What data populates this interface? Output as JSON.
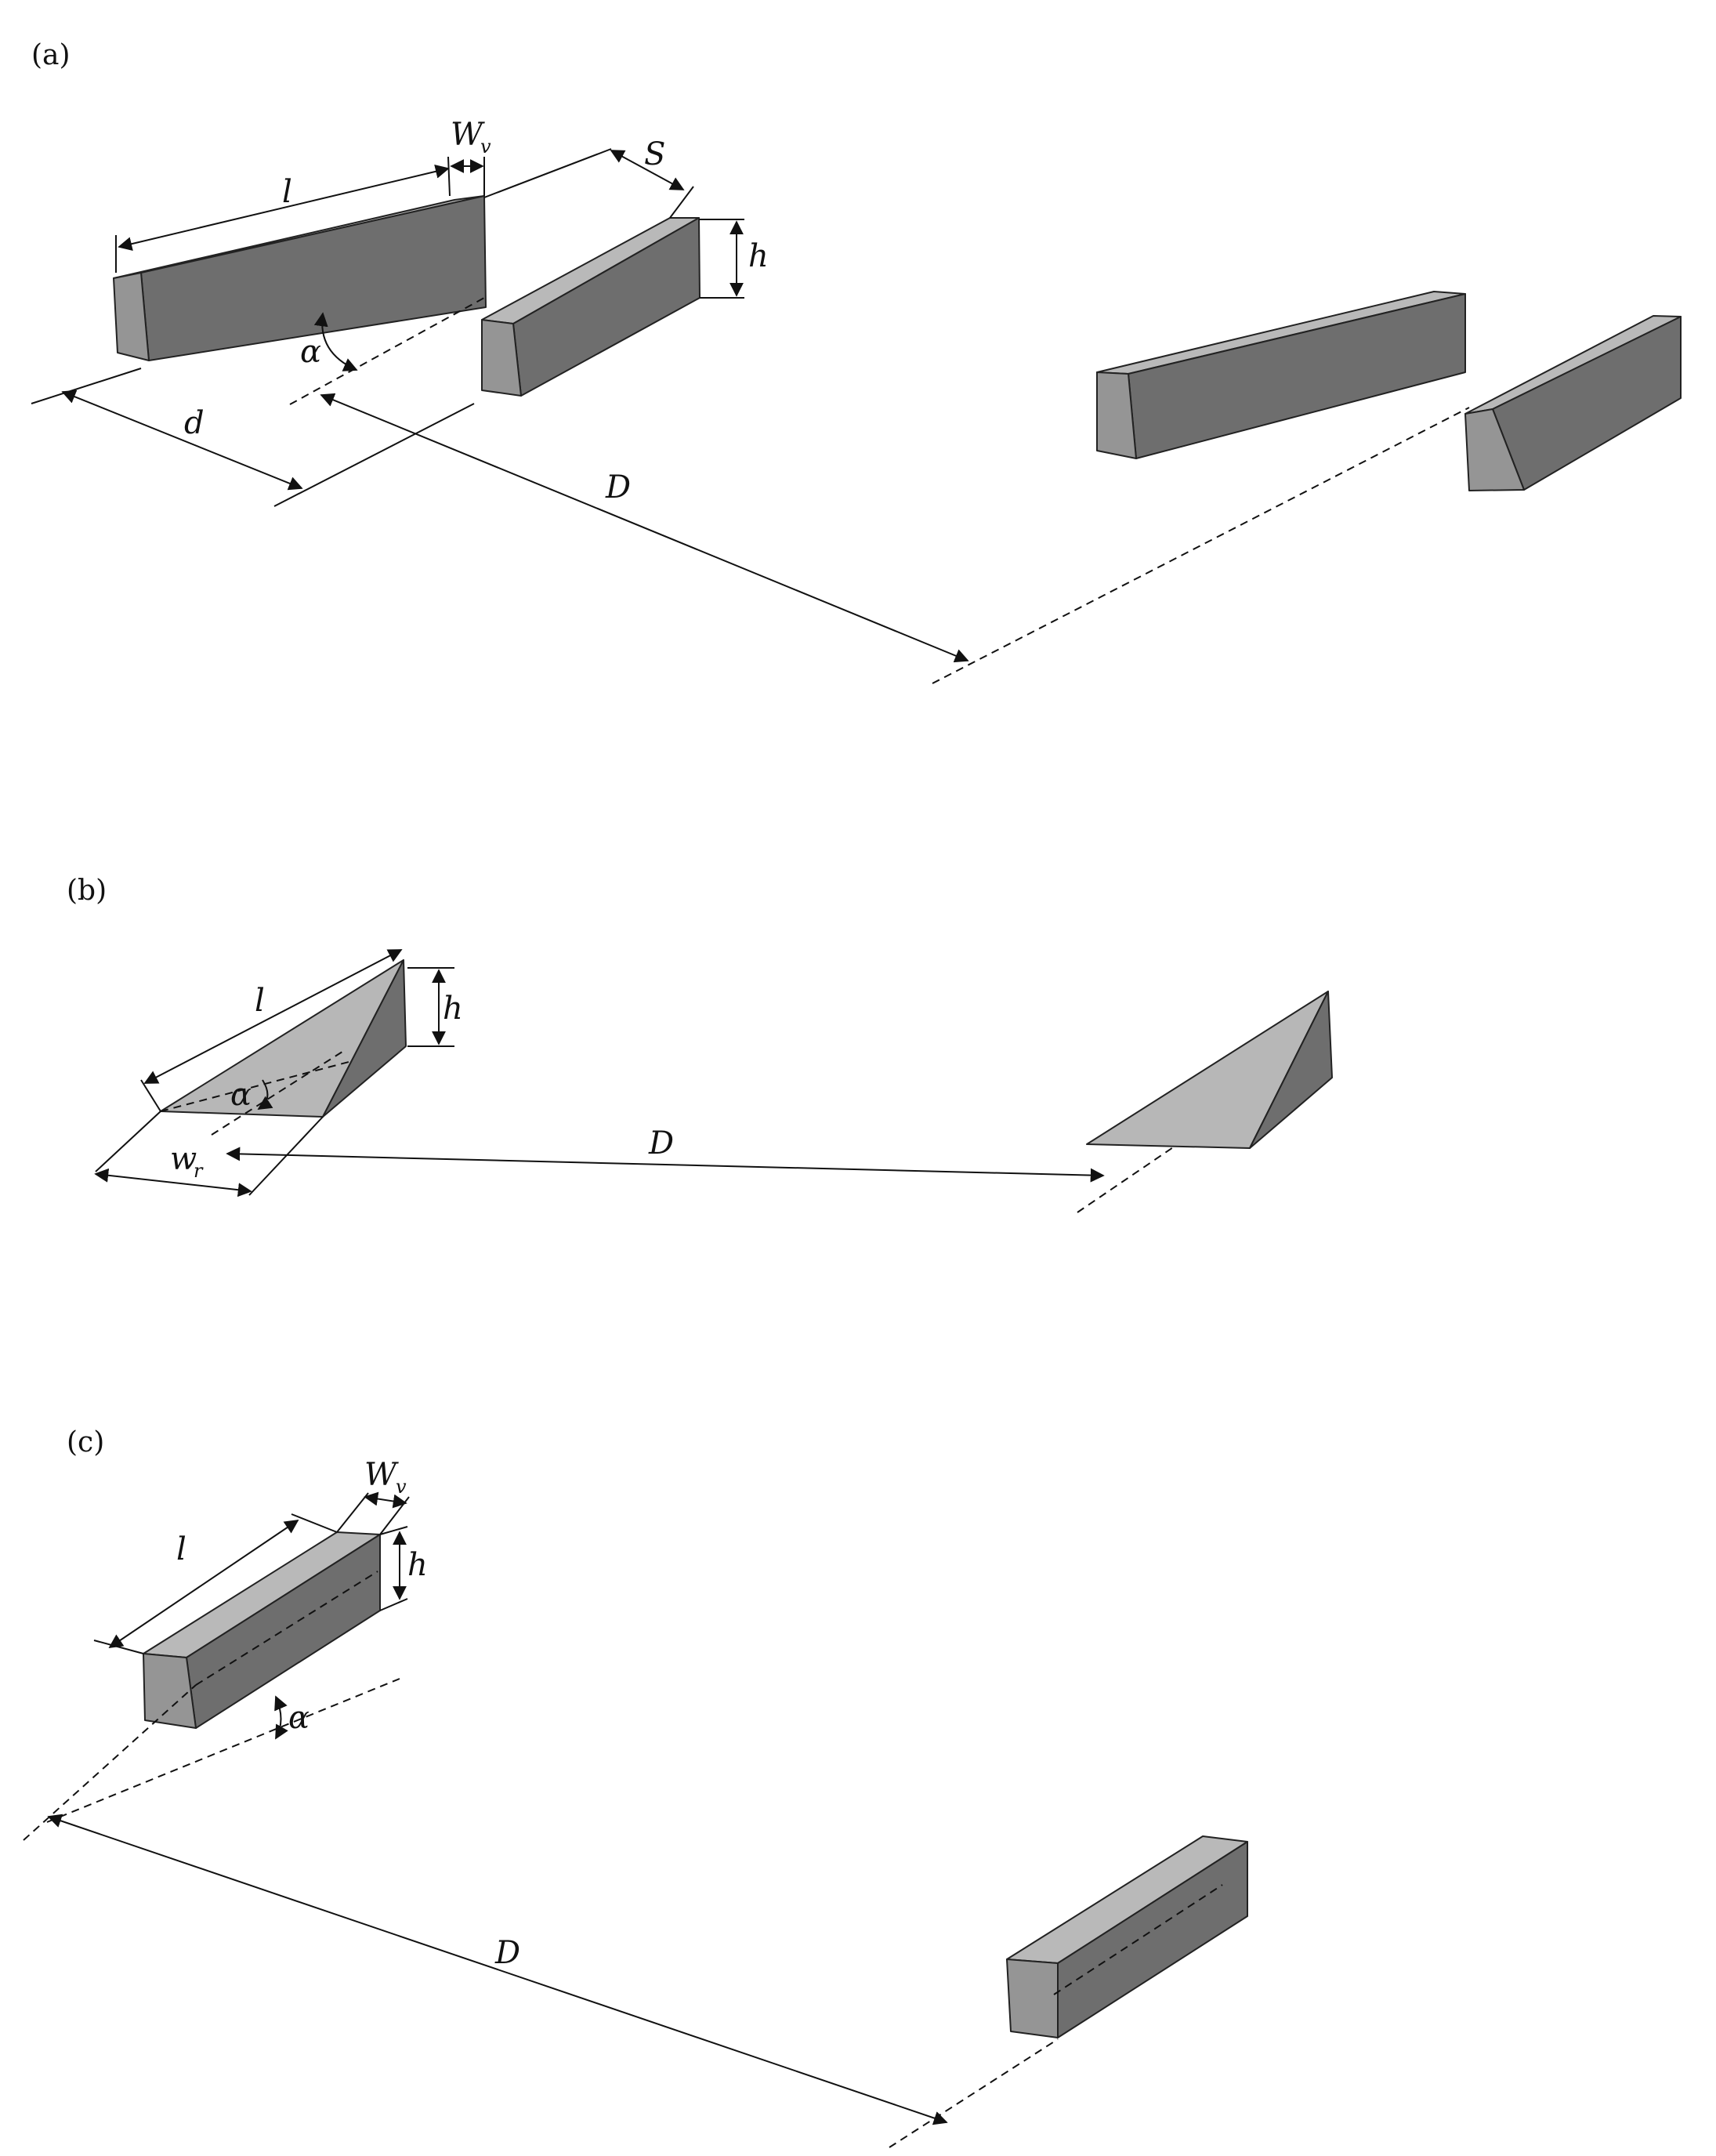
{
  "panels": {
    "a": {
      "label": "(a)",
      "dims": {
        "W": "W",
        "W_sub": "v",
        "S": "S",
        "l": "l",
        "h": "h",
        "alpha": "α",
        "d": "d",
        "D": "D"
      }
    },
    "b": {
      "label": "(b)",
      "dims": {
        "l": "l",
        "h": "h",
        "alpha": "α",
        "w": "w",
        "w_sub": "r",
        "D": "D"
      }
    },
    "c": {
      "label": "(c)",
      "dims": {
        "W": "W",
        "W_sub": "v",
        "l": "l",
        "h": "h",
        "alpha": "α",
        "D": "D"
      }
    }
  },
  "colors": {
    "block_top": "#b9b9b9",
    "block_side": "#6e6e6e",
    "block_end": "#959595",
    "line": "#111111"
  }
}
